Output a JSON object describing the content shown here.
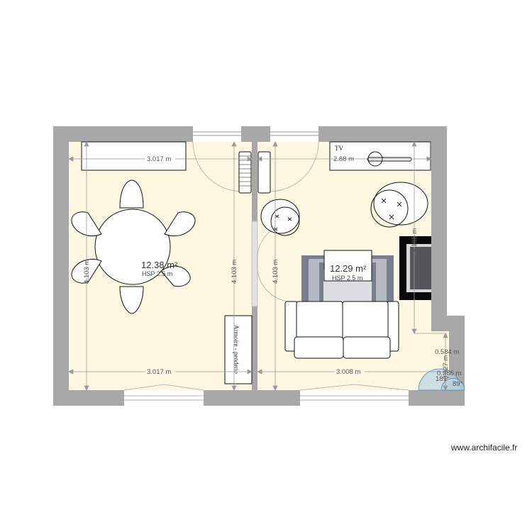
{
  "app": {
    "credit": "www.archifacile.fr"
  },
  "colors": {
    "wall": "#a8a8a8",
    "floor": "#fdf7e1",
    "dim_line": "#999999",
    "door_swing_fill": "#b9d3e3",
    "door_swing_stroke": "#4a86b8"
  },
  "rooms": [
    {
      "name": "left-room",
      "area": "12.38 m²",
      "hsp": "HSP 2.5 m",
      "dims": {
        "top_width": "3.017 m",
        "bottom_width": "3.017 m",
        "left_height": "4.103 m",
        "right_height": "4.103 m"
      },
      "furniture": [
        "sideboard",
        "round-dining-table",
        "chair x6",
        "armoire-penderie",
        "radiator"
      ],
      "labels": {
        "armoire": "Armoire - penderie"
      }
    },
    {
      "name": "right-room",
      "area": "12.29 m²",
      "hsp": "HSP 2.5 m",
      "dims": {
        "top_width": "2.88 m",
        "bottom_width": "3.008 m",
        "left_height": "4.103 m",
        "right_height": "3.165 m",
        "alcove_width": "0.584 m",
        "alcove_height": "0.927 m",
        "alcove_door": "0.386 m"
      },
      "furniture": [
        "tv-stand",
        "pouf-armchair x2",
        "sofa",
        "rug",
        "coffee-table",
        "fireplace",
        "radiator"
      ],
      "labels": {
        "tv": "TV"
      }
    }
  ],
  "angles": {
    "a1": "181°",
    "a2": "89°"
  }
}
